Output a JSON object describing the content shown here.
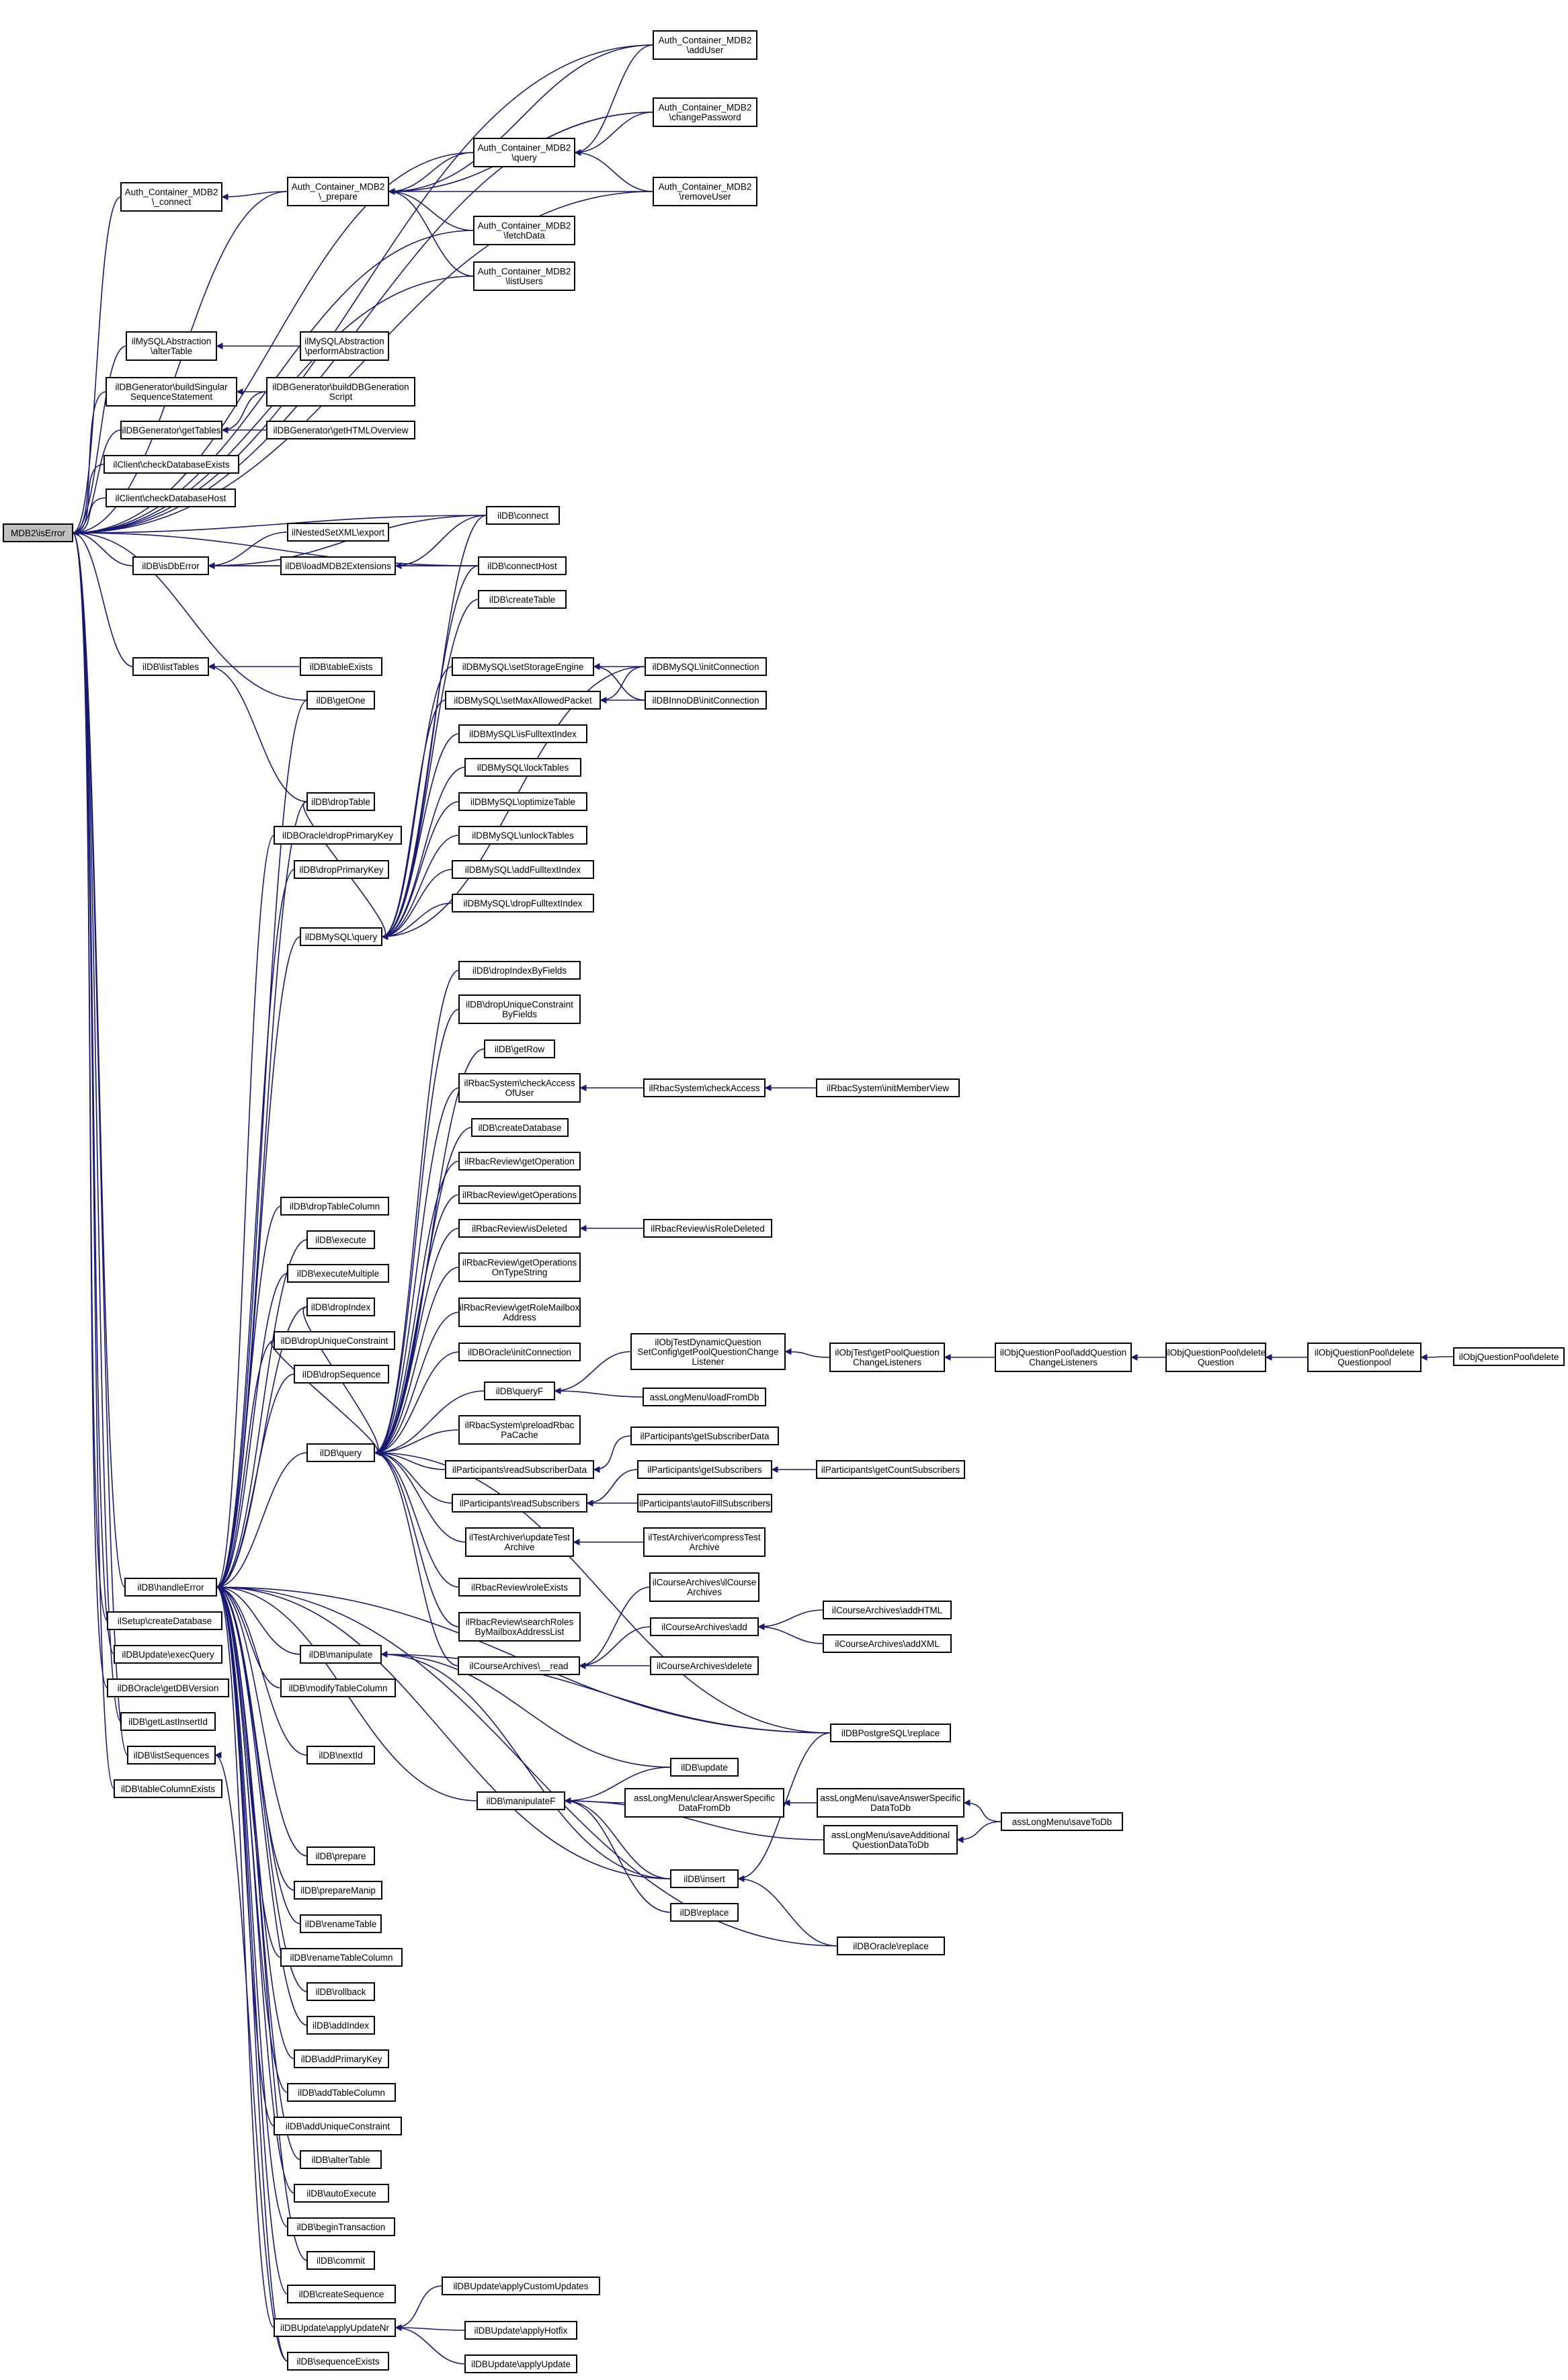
{
  "graph": {
    "title": "",
    "edge_color": "#191970",
    "root_fill": "#bfbfbf",
    "nodes": [
      {
        "id": "root",
        "lines": [
          "MDB2\\isError"
        ]
      },
      {
        "id": "acm_connect",
        "lines": [
          "Auth_Container_MDB2",
          "\\_connect"
        ]
      },
      {
        "id": "acm_prepare",
        "lines": [
          "Auth_Container_MDB2",
          "\\_prepare"
        ]
      },
      {
        "id": "acm_query",
        "lines": [
          "Auth_Container_MDB2",
          "\\query"
        ]
      },
      {
        "id": "acm_fetchData",
        "lines": [
          "Auth_Container_MDB2",
          "\\fetchData"
        ]
      },
      {
        "id": "acm_listUsers",
        "lines": [
          "Auth_Container_MDB2",
          "\\listUsers"
        ]
      },
      {
        "id": "acm_addUser",
        "lines": [
          "Auth_Container_MDB2",
          "\\addUser"
        ]
      },
      {
        "id": "acm_changePassword",
        "lines": [
          "Auth_Container_MDB2",
          "\\changePassword"
        ]
      },
      {
        "id": "acm_removeUser",
        "lines": [
          "Auth_Container_MDB2",
          "\\removeUser"
        ]
      },
      {
        "id": "mysqlabs_alterTable",
        "lines": [
          "ilMySQLAbstraction",
          "\\alterTable"
        ]
      },
      {
        "id": "mysqlabs_perform",
        "lines": [
          "ilMySQLAbstraction",
          "\\performAbstraction"
        ]
      },
      {
        "id": "dbgen_singular",
        "lines": [
          "ilDBGenerator\\buildSingular",
          "SequenceStatement"
        ]
      },
      {
        "id": "dbgen_script",
        "lines": [
          "ilDBGenerator\\buildDBGeneration",
          "Script"
        ]
      },
      {
        "id": "dbgen_getTables",
        "lines": [
          "ilDBGenerator\\getTables"
        ]
      },
      {
        "id": "dbgen_html",
        "lines": [
          "ilDBGenerator\\getHTMLOverview"
        ]
      },
      {
        "id": "client_checkDbExists",
        "lines": [
          "ilClient\\checkDatabaseExists"
        ]
      },
      {
        "id": "client_checkDbHost",
        "lines": [
          "ilClient\\checkDatabaseHost"
        ]
      },
      {
        "id": "db_isDbError",
        "lines": [
          "ilDB\\isDbError"
        ]
      },
      {
        "id": "nested_export",
        "lines": [
          "ilNestedSetXML\\export"
        ]
      },
      {
        "id": "db_loadMDB2",
        "lines": [
          "ilDB\\loadMDB2Extensions"
        ]
      },
      {
        "id": "db_connect",
        "lines": [
          "ilDB\\connect"
        ]
      },
      {
        "id": "db_connectHost",
        "lines": [
          "ilDB\\connectHost"
        ]
      },
      {
        "id": "db_createTable",
        "lines": [
          "ilDB\\createTable"
        ]
      },
      {
        "id": "db_listTables",
        "lines": [
          "ilDB\\listTables"
        ]
      },
      {
        "id": "db_tableExists",
        "lines": [
          "ilDB\\tableExists"
        ]
      },
      {
        "id": "db_getOne",
        "lines": [
          "ilDB\\getOne"
        ]
      },
      {
        "id": "mysql_setStorage",
        "lines": [
          "ilDBMySQL\\setStorageEngine"
        ]
      },
      {
        "id": "mysql_setMaxAllowed",
        "lines": [
          "ilDBMySQL\\setMaxAllowedPacket"
        ]
      },
      {
        "id": "mysql_initConnection",
        "lines": [
          "ilDBMySQL\\initConnection"
        ]
      },
      {
        "id": "innodb_initConnection",
        "lines": [
          "ilDBInnoDB\\initConnection"
        ]
      },
      {
        "id": "mysql_isFulltext",
        "lines": [
          "ilDBMySQL\\isFulltextIndex"
        ]
      },
      {
        "id": "db_dropTable",
        "lines": [
          "ilDB\\dropTable"
        ]
      },
      {
        "id": "mysql_lockTables",
        "lines": [
          "ilDBMySQL\\lockTables"
        ]
      },
      {
        "id": "oracle_dropPK",
        "lines": [
          "ilDBOracle\\dropPrimaryKey"
        ]
      },
      {
        "id": "mysql_optimize",
        "lines": [
          "ilDBMySQL\\optimizeTable"
        ]
      },
      {
        "id": "mysql_unlock",
        "lines": [
          "ilDBMySQL\\unlockTables"
        ]
      },
      {
        "id": "db_dropPK",
        "lines": [
          "ilDB\\dropPrimaryKey"
        ]
      },
      {
        "id": "mysql_addFulltext",
        "lines": [
          "ilDBMySQL\\addFulltextIndex"
        ]
      },
      {
        "id": "mysql_dropFulltext",
        "lines": [
          "ilDBMySQL\\dropFulltextIndex"
        ]
      },
      {
        "id": "mysql_query",
        "lines": [
          "ilDBMySQL\\query"
        ]
      },
      {
        "id": "db_dropIndexByFields",
        "lines": [
          "ilDB\\dropIndexByFields"
        ]
      },
      {
        "id": "db_dropUniqueByFields",
        "lines": [
          "ilDB\\dropUniqueConstraint",
          "ByFields"
        ]
      },
      {
        "id": "db_getRow",
        "lines": [
          "ilDB\\getRow"
        ]
      },
      {
        "id": "rbacsys_checkAccessOfUser",
        "lines": [
          "ilRbacSystem\\checkAccess",
          "OfUser"
        ]
      },
      {
        "id": "rbacsys_checkAccess",
        "lines": [
          "ilRbacSystem\\checkAccess"
        ]
      },
      {
        "id": "rbacsys_initMemberView",
        "lines": [
          "ilRbacSystem\\initMemberView"
        ]
      },
      {
        "id": "db_createDatabase",
        "lines": [
          "ilDB\\createDatabase"
        ]
      },
      {
        "id": "rbacrev_getOperation",
        "lines": [
          "ilRbacReview\\getOperation"
        ]
      },
      {
        "id": "rbacrev_getOperations",
        "lines": [
          "ilRbacReview\\getOperations"
        ]
      },
      {
        "id": "db_dropTableColumn",
        "lines": [
          "ilDB\\dropTableColumn"
        ]
      },
      {
        "id": "rbacrev_isDeleted",
        "lines": [
          "ilRbacReview\\isDeleted"
        ]
      },
      {
        "id": "rbacrev_isRoleDeleted",
        "lines": [
          "ilRbacReview\\isRoleDeleted"
        ]
      },
      {
        "id": "db_execute",
        "lines": [
          "ilDB\\execute"
        ]
      },
      {
        "id": "rbacrev_getOpsOnType",
        "lines": [
          "ilRbacReview\\getOperations",
          "OnTypeString"
        ]
      },
      {
        "id": "db_executeMultiple",
        "lines": [
          "ilDB\\executeMultiple"
        ]
      },
      {
        "id": "db_dropIndex",
        "lines": [
          "ilDB\\dropIndex"
        ]
      },
      {
        "id": "rbacrev_getRoleMailbox",
        "lines": [
          "ilRbacReview\\getRoleMailbox",
          "Address"
        ]
      },
      {
        "id": "db_dropUnique",
        "lines": [
          "ilDB\\dropUniqueConstraint"
        ]
      },
      {
        "id": "oracle_initConnection",
        "lines": [
          "ilDBOracle\\initConnection"
        ]
      },
      {
        "id": "objtest_dynamic",
        "lines": [
          "ilObjTestDynamicQuestion",
          "SetConfig\\getPoolQuestionChange",
          "Listener"
        ]
      },
      {
        "id": "objtest_getPool",
        "lines": [
          "ilObjTest\\getPoolQuestion",
          "ChangeListeners"
        ]
      },
      {
        "id": "qpool_addListeners",
        "lines": [
          "ilObjQuestionPool\\addQuestion",
          "ChangeListeners"
        ]
      },
      {
        "id": "qpool_deleteQuestion",
        "lines": [
          "ilObjQuestionPool\\delete",
          "Question"
        ]
      },
      {
        "id": "qpool_deleteQuestionpool",
        "lines": [
          "ilObjQuestionPool\\delete",
          "Questionpool"
        ]
      },
      {
        "id": "qpool_delete",
        "lines": [
          "ilObjQuestionPool\\delete"
        ]
      },
      {
        "id": "db_dropSequence",
        "lines": [
          "ilDB\\dropSequence"
        ]
      },
      {
        "id": "db_queryF",
        "lines": [
          "ilDB\\queryF"
        ]
      },
      {
        "id": "lm_loadFromDb",
        "lines": [
          "assLongMenu\\loadFromDb"
        ]
      },
      {
        "id": "rbacsys_preload",
        "lines": [
          "ilRbacSystem\\preloadRbac",
          "PaCache"
        ]
      },
      {
        "id": "db_query",
        "lines": [
          "ilDB\\query"
        ]
      },
      {
        "id": "part_getSubscriberData",
        "lines": [
          "ilParticipants\\getSubscriberData"
        ]
      },
      {
        "id": "part_readSubscriberData",
        "lines": [
          "ilParticipants\\readSubscriberData"
        ]
      },
      {
        "id": "part_getSubscribers",
        "lines": [
          "ilParticipants\\getSubscribers"
        ]
      },
      {
        "id": "part_getCountSubscribers",
        "lines": [
          "ilParticipants\\getCountSubscribers"
        ]
      },
      {
        "id": "part_readSubscribers",
        "lines": [
          "ilParticipants\\readSubscribers"
        ]
      },
      {
        "id": "part_autoFill",
        "lines": [
          "ilParticipants\\autoFillSubscribers"
        ]
      },
      {
        "id": "ta_updateTestArchive",
        "lines": [
          "ilTestArchiver\\updateTest",
          "Archive"
        ]
      },
      {
        "id": "ta_compress",
        "lines": [
          "ilTestArchiver\\compressTest",
          "Archive"
        ]
      },
      {
        "id": "ca_ilCourseArchives",
        "lines": [
          "ilCourseArchives\\ilCourse",
          "Archives"
        ]
      },
      {
        "id": "rbacrev_roleExists",
        "lines": [
          "ilRbacReview\\roleExists"
        ]
      },
      {
        "id": "db_handleError",
        "lines": [
          "ilDB\\handleError"
        ]
      },
      {
        "id": "ca_addHTML",
        "lines": [
          "ilCourseArchives\\addHTML"
        ]
      },
      {
        "id": "ca_add",
        "lines": [
          "ilCourseArchives\\add"
        ]
      },
      {
        "id": "rbacrev_searchRoles",
        "lines": [
          "ilRbacReview\\searchRoles",
          "ByMailboxAddressList"
        ]
      },
      {
        "id": "setup_createDatabase",
        "lines": [
          "ilSetup\\createDatabase"
        ]
      },
      {
        "id": "ca_addXML",
        "lines": [
          "ilCourseArchives\\addXML"
        ]
      },
      {
        "id": "dbupdate_execQuery",
        "lines": [
          "ilDBUpdate\\execQuery"
        ]
      },
      {
        "id": "db_manipulate",
        "lines": [
          "ilDB\\manipulate"
        ]
      },
      {
        "id": "ca_read",
        "lines": [
          "ilCourseArchives\\__read"
        ]
      },
      {
        "id": "ca_delete",
        "lines": [
          "ilCourseArchives\\delete"
        ]
      },
      {
        "id": "oracle_getDBVersion",
        "lines": [
          "ilDBOracle\\getDBVersion"
        ]
      },
      {
        "id": "db_modifyTableColumn",
        "lines": [
          "ilDB\\modifyTableColumn"
        ]
      },
      {
        "id": "db_getLastInsertId",
        "lines": [
          "ilDB\\getLastInsertId"
        ]
      },
      {
        "id": "pg_replace",
        "lines": [
          "ilDBPostgreSQL\\replace"
        ]
      },
      {
        "id": "db_listSequences",
        "lines": [
          "ilDB\\listSequences"
        ]
      },
      {
        "id": "db_nextId",
        "lines": [
          "ilDB\\nextId"
        ]
      },
      {
        "id": "db_update",
        "lines": [
          "ilDB\\update"
        ]
      },
      {
        "id": "db_tableColumnExists",
        "lines": [
          "ilDB\\tableColumnExists"
        ]
      },
      {
        "id": "db_manipulateF",
        "lines": [
          "ilDB\\manipulateF"
        ]
      },
      {
        "id": "lm_clearAnswer",
        "lines": [
          "assLongMenu\\clearAnswerSpecific",
          "DataFromDb"
        ]
      },
      {
        "id": "lm_saveAnswer",
        "lines": [
          "assLongMenu\\saveAnswerSpecific",
          "DataToDb"
        ]
      },
      {
        "id": "lm_saveToDb",
        "lines": [
          "assLongMenu\\saveToDb"
        ]
      },
      {
        "id": "lm_saveAdditional",
        "lines": [
          "assLongMenu\\saveAdditional",
          "QuestionDataToDb"
        ]
      },
      {
        "id": "db_prepare",
        "lines": [
          "ilDB\\prepare"
        ]
      },
      {
        "id": "db_insert",
        "lines": [
          "ilDB\\insert"
        ]
      },
      {
        "id": "db_prepareManip",
        "lines": [
          "ilDB\\prepareManip"
        ]
      },
      {
        "id": "db_replace",
        "lines": [
          "ilDB\\replace"
        ]
      },
      {
        "id": "db_renameTable",
        "lines": [
          "ilDB\\renameTable"
        ]
      },
      {
        "id": "oracle_replace",
        "lines": [
          "ilDBOracle\\replace"
        ]
      },
      {
        "id": "db_renameTableColumn",
        "lines": [
          "ilDB\\renameTableColumn"
        ]
      },
      {
        "id": "db_rollback",
        "lines": [
          "ilDB\\rollback"
        ]
      },
      {
        "id": "db_addIndex",
        "lines": [
          "ilDB\\addIndex"
        ]
      },
      {
        "id": "db_addPrimaryKey",
        "lines": [
          "ilDB\\addPrimaryKey"
        ]
      },
      {
        "id": "db_addTableColumn",
        "lines": [
          "ilDB\\addTableColumn"
        ]
      },
      {
        "id": "db_addUnique",
        "lines": [
          "ilDB\\addUniqueConstraint"
        ]
      },
      {
        "id": "db_alterTable",
        "lines": [
          "ilDB\\alterTable"
        ]
      },
      {
        "id": "db_autoExecute",
        "lines": [
          "ilDB\\autoExecute"
        ]
      },
      {
        "id": "db_beginTransaction",
        "lines": [
          "ilDB\\beginTransaction"
        ]
      },
      {
        "id": "db_commit",
        "lines": [
          "ilDB\\commit"
        ]
      },
      {
        "id": "dbupdate_custom",
        "lines": [
          "ilDBUpdate\\applyCustomUpdates"
        ]
      },
      {
        "id": "db_createSequence",
        "lines": [
          "ilDB\\createSequence"
        ]
      },
      {
        "id": "dbupdate_applyUpdateNr",
        "lines": [
          "ilDBUpdate\\applyUpdateNr"
        ]
      },
      {
        "id": "dbupdate_hotfix",
        "lines": [
          "ilDBUpdate\\applyHotfix"
        ]
      },
      {
        "id": "db_sequenceExists",
        "lines": [
          "ilDB\\sequenceExists"
        ]
      },
      {
        "id": "dbupdate_applyUpdate",
        "lines": [
          "ilDBUpdate\\applyUpdate"
        ]
      }
    ]
  }
}
